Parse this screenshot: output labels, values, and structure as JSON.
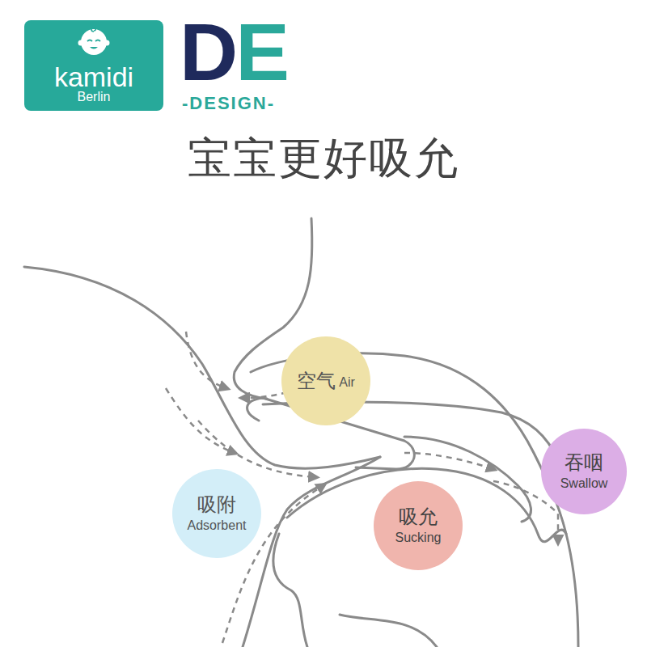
{
  "diagram": {
    "title": "宝宝更好吸允",
    "nodes": [
      {
        "text": [
          "kamidi",
          "Berlin"
        ]
      },
      {
        "text": [
          "空气",
          "Air"
        ]
      },
      {
        "text": [
          "吸附",
          "Adsorbent"
        ]
      },
      {
        "text": [
          "吸允",
          "Sucking"
        ]
      },
      {
        "text": [
          "吞咽",
          "Swallow"
        ]
      }
    ],
    "labels": [
      "DE",
      "-DESIGN-"
    ]
  }
}
